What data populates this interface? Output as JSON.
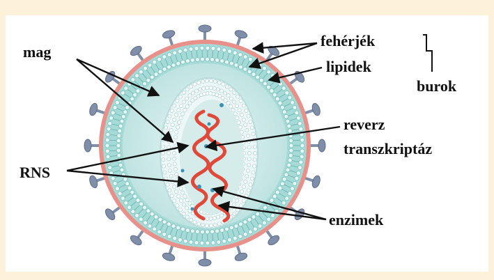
{
  "colors": {
    "frame": "#fdf1da",
    "panel": "#ffffff",
    "outer_ring": "#e8918a",
    "lipid_band": "#9fd6d3",
    "lipid_head": "#e9f7f6",
    "spike_fill": "#7f8faa",
    "interior": "#d8efed",
    "capsid_fill": "#eef7f7",
    "capsid_dot": "#ffffff",
    "rna": "#e0493a",
    "enzyme_dot": "#3a90b6",
    "arrow": "#111111",
    "text": "#111111"
  },
  "labels": {
    "mag": "mag",
    "feherjek": "fehérjék",
    "lipidek": "lipidek",
    "burok": "burok",
    "reverz": "reverz",
    "transzkriptaz": "transzkriptáz",
    "rns": "RNS",
    "enzimek": "enzimek"
  }
}
